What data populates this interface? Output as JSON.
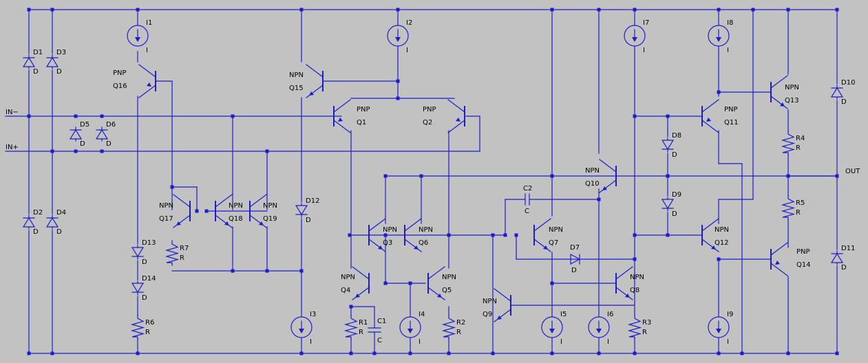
{
  "colors": {
    "background": "#c2c2c2",
    "wire": "#1c1ccc",
    "junction": "#1c1ccc",
    "symbol": "#1c1ccc",
    "text": "#000000"
  },
  "nets": {
    "in_minus": "IN−",
    "in_plus": "IN+",
    "out": "OUT"
  },
  "diodes": [
    {
      "id": "D1",
      "model": "D"
    },
    {
      "id": "D2",
      "model": "D"
    },
    {
      "id": "D3",
      "model": "D"
    },
    {
      "id": "D4",
      "model": "D"
    },
    {
      "id": "D5",
      "model": "D"
    },
    {
      "id": "D6",
      "model": "D"
    },
    {
      "id": "D7",
      "model": "D"
    },
    {
      "id": "D8",
      "model": "D"
    },
    {
      "id": "D9",
      "model": "D"
    },
    {
      "id": "D10",
      "model": "D"
    },
    {
      "id": "D11",
      "model": "D"
    },
    {
      "id": "D12",
      "model": "D"
    },
    {
      "id": "D13",
      "model": "D"
    },
    {
      "id": "D14",
      "model": "D"
    }
  ],
  "current_sources": [
    {
      "id": "I1",
      "value": "I"
    },
    {
      "id": "I2",
      "value": "I"
    },
    {
      "id": "I3",
      "value": "I"
    },
    {
      "id": "I4",
      "value": "I"
    },
    {
      "id": "I5",
      "value": "I"
    },
    {
      "id": "I6",
      "value": "I"
    },
    {
      "id": "I7",
      "value": "I"
    },
    {
      "id": "I8",
      "value": "I"
    },
    {
      "id": "I9",
      "value": "I"
    }
  ],
  "transistors": [
    {
      "id": "Q1",
      "type": "PNP"
    },
    {
      "id": "Q2",
      "type": "PNP"
    },
    {
      "id": "Q3",
      "type": "NPN"
    },
    {
      "id": "Q4",
      "type": "NPN"
    },
    {
      "id": "Q5",
      "type": "NPN"
    },
    {
      "id": "Q6",
      "type": "NPN"
    },
    {
      "id": "Q7",
      "type": "NPN"
    },
    {
      "id": "Q8",
      "type": "NPN"
    },
    {
      "id": "Q9",
      "type": "NPN"
    },
    {
      "id": "Q10",
      "type": "NPN"
    },
    {
      "id": "Q11",
      "type": "PNP"
    },
    {
      "id": "Q12",
      "type": "NPN"
    },
    {
      "id": "Q13",
      "type": "NPN"
    },
    {
      "id": "Q14",
      "type": "PNP"
    },
    {
      "id": "Q15",
      "type": "NPN"
    },
    {
      "id": "Q16",
      "type": "PNP"
    },
    {
      "id": "Q17",
      "type": "NPN"
    },
    {
      "id": "Q18",
      "type": "NPN"
    },
    {
      "id": "Q19",
      "type": "NPN"
    }
  ],
  "resistors": [
    {
      "id": "R1",
      "value": "R"
    },
    {
      "id": "R2",
      "value": "R"
    },
    {
      "id": "R3",
      "value": "R"
    },
    {
      "id": "R4",
      "value": "R"
    },
    {
      "id": "R5",
      "value": "R"
    },
    {
      "id": "R6",
      "value": "R"
    },
    {
      "id": "R7",
      "value": "R"
    }
  ],
  "capacitors": [
    {
      "id": "C1",
      "value": "C"
    },
    {
      "id": "C2",
      "value": "C"
    }
  ]
}
